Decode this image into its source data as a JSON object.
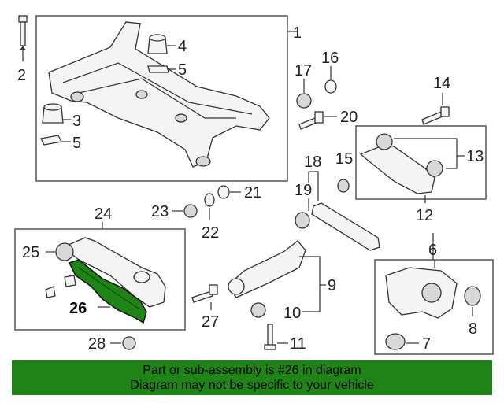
{
  "callouts": {
    "c1": "1",
    "c2": "2",
    "c3": "3",
    "c4": "4",
    "c5a": "5",
    "c5b": "5",
    "c6": "6",
    "c7": "7",
    "c8": "8",
    "c9": "9",
    "c10": "10",
    "c11": "11",
    "c12": "12",
    "c13": "13",
    "c14": "14",
    "c15": "15",
    "c16": "16",
    "c17": "17",
    "c18": "18",
    "c19": "19",
    "c20": "20",
    "c21": "21",
    "c22": "22",
    "c23": "23",
    "c24": "24",
    "c25": "25",
    "c26": "26",
    "c27": "27",
    "c28": "28"
  },
  "highlight_color": "#1e8416",
  "banner": {
    "line1": "Part or sub-assembly is #26 in diagram",
    "line2": "Diagram may not be specific to your vehicle"
  }
}
